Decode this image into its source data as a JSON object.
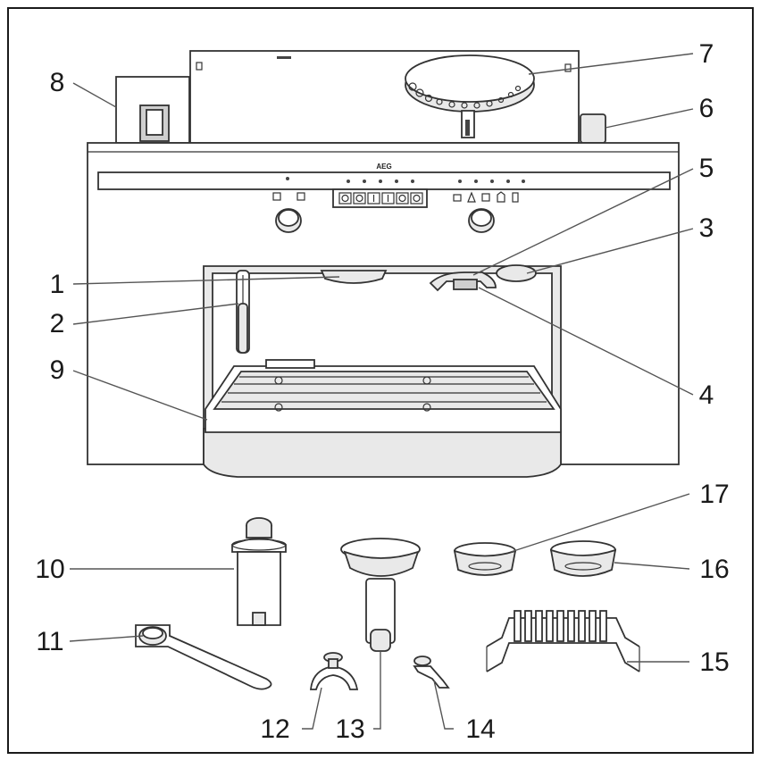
{
  "brand": "AEG",
  "callouts": [
    "1",
    "2",
    "3",
    "4",
    "5",
    "6",
    "7",
    "8",
    "9",
    "10",
    "11",
    "12",
    "13",
    "14",
    "15",
    "16",
    "17"
  ],
  "colors": {
    "line": "#333333",
    "fill": "#e9e9e9",
    "shade": "#cfcfcf",
    "frame": "#1a1a1a"
  }
}
